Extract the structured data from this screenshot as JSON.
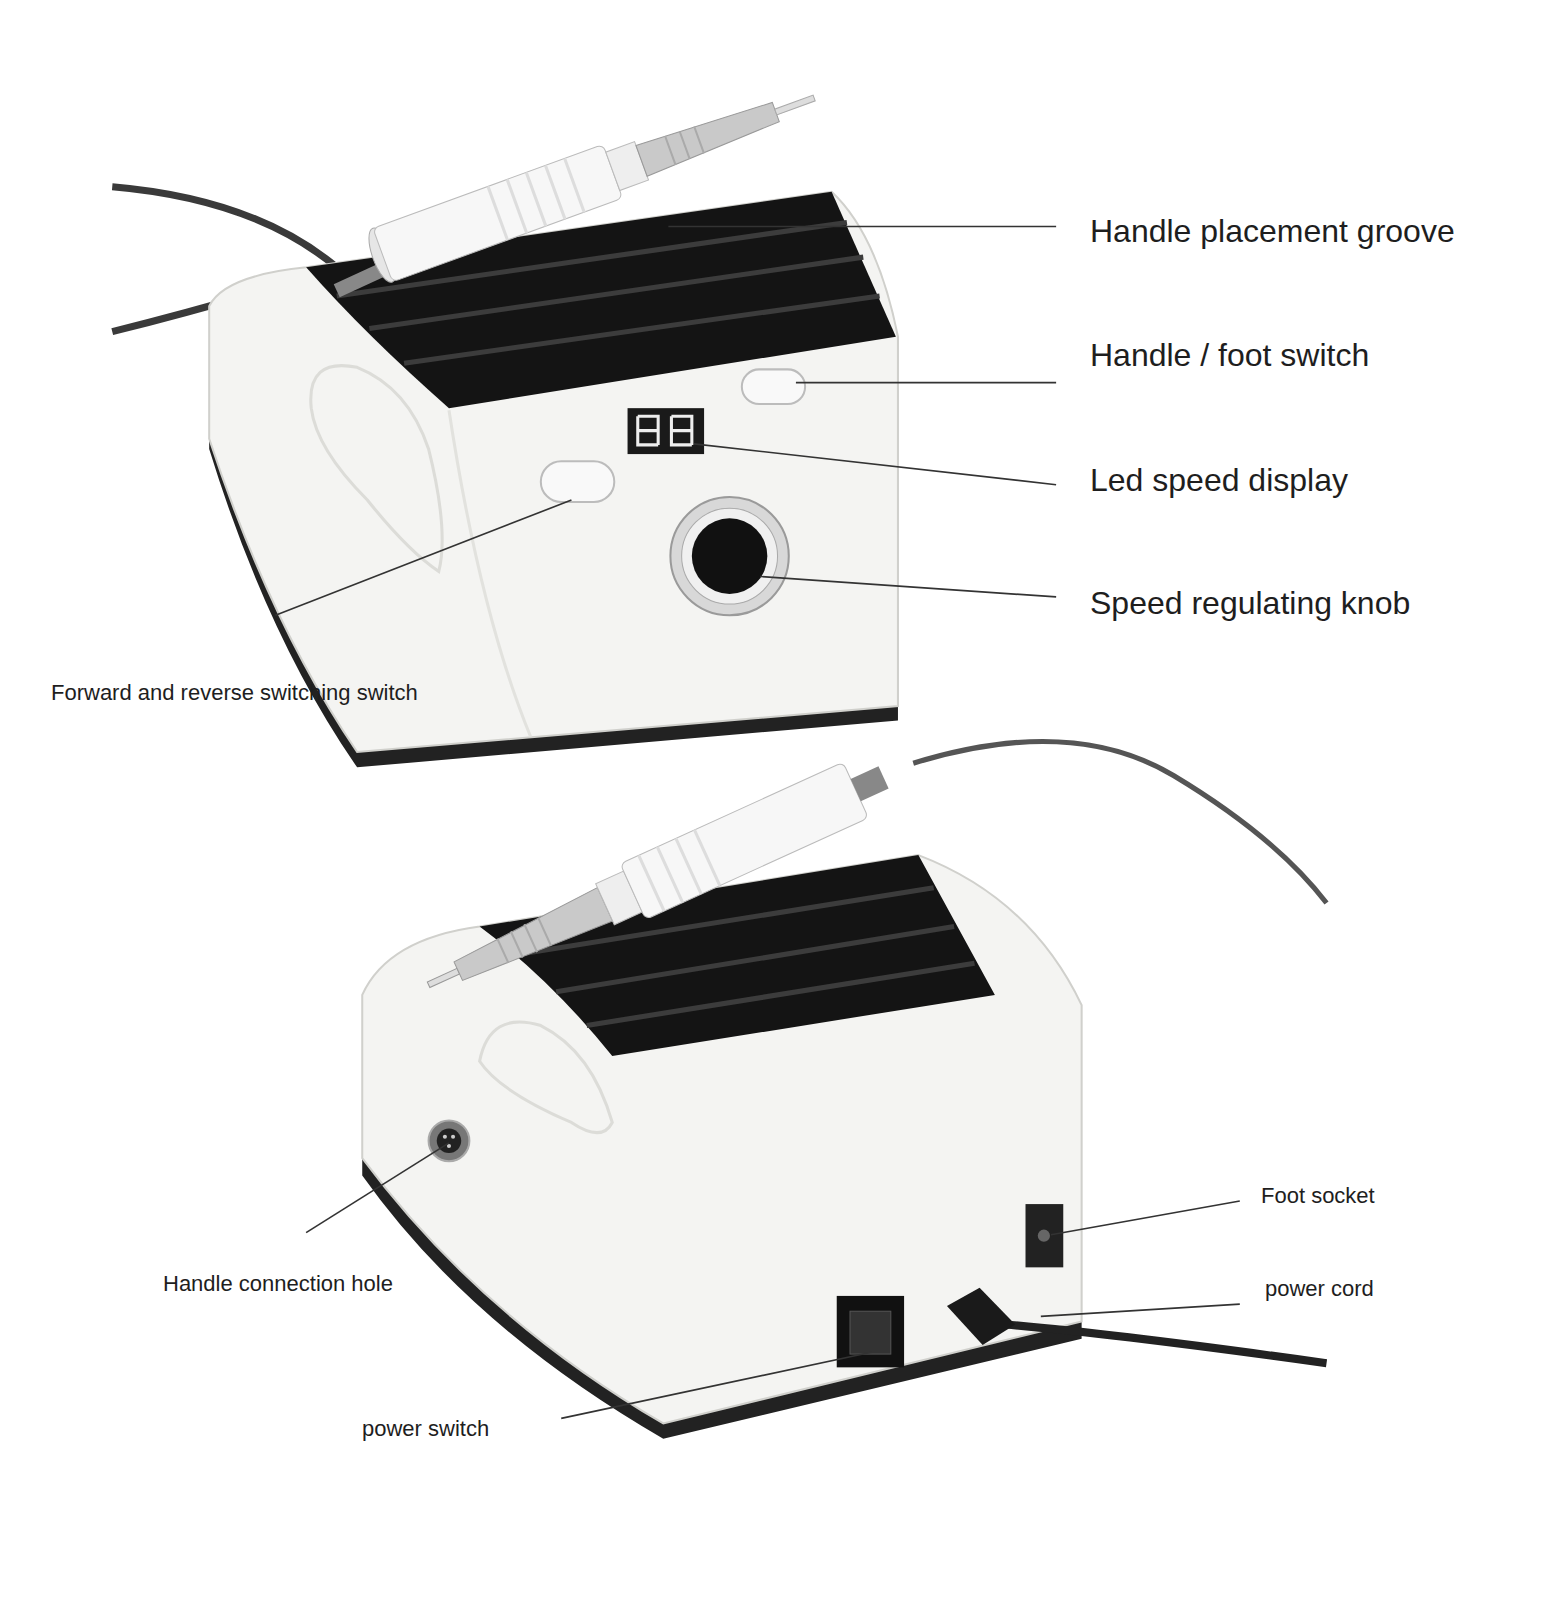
{
  "diagram": {
    "labels": [
      "Handle placement groove",
      "Handle / foot switch",
      "Led speed display",
      "Speed regulating knob",
      "Forward and reverse switching switch",
      "Foot socket",
      "Handle connection hole",
      "power cord",
      "power switch"
    ]
  }
}
